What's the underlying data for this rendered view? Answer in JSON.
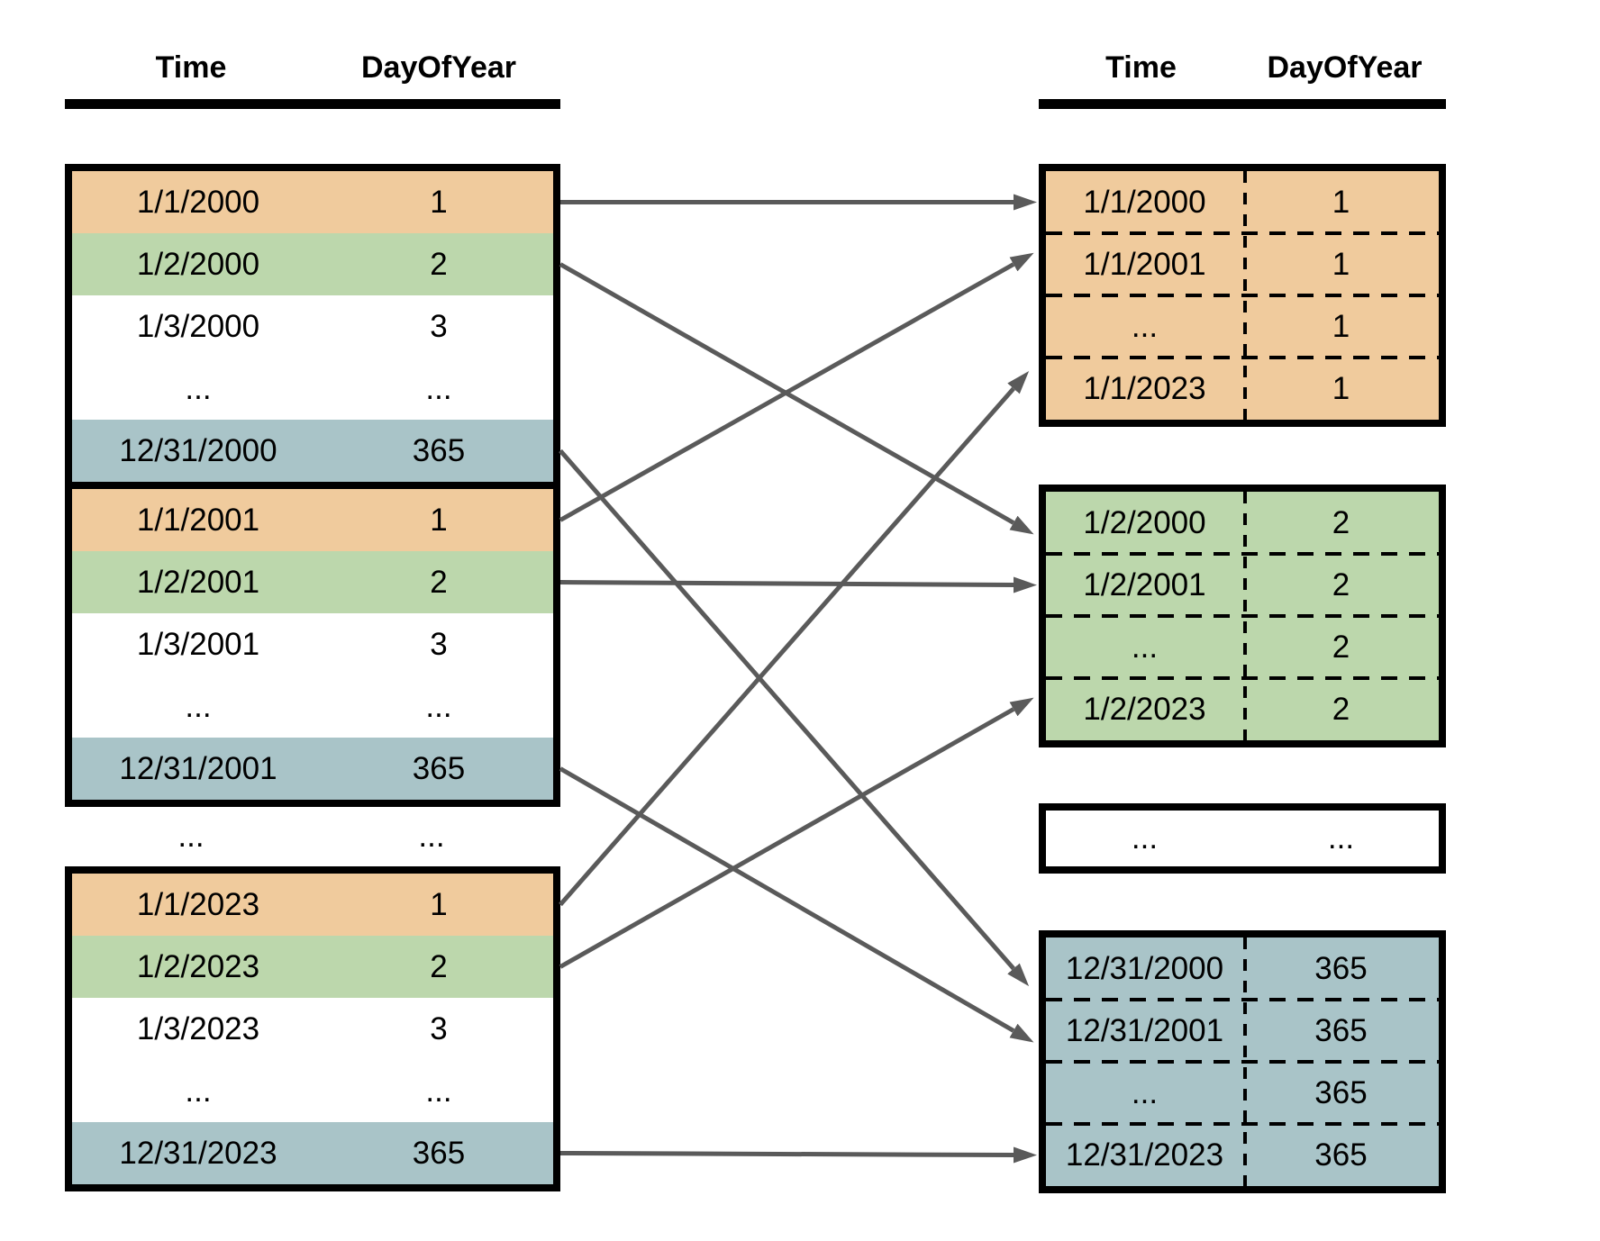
{
  "left_panel": {
    "header": {
      "time": "Time",
      "dayofyear": "DayOfYear"
    },
    "tables": [
      {
        "rows": [
          {
            "time": "1/1/2000",
            "day": "1",
            "color": "orange"
          },
          {
            "time": "1/2/2000",
            "day": "2",
            "color": "green"
          },
          {
            "time": "1/3/2000",
            "day": "3",
            "color": "white"
          },
          {
            "time": "...",
            "day": "...",
            "color": "white"
          },
          {
            "time": "12/31/2000",
            "day": "365",
            "color": "blue"
          }
        ]
      },
      {
        "rows": [
          {
            "time": "1/1/2001",
            "day": "1",
            "color": "orange"
          },
          {
            "time": "1/2/2001",
            "day": "2",
            "color": "green"
          },
          {
            "time": "1/3/2001",
            "day": "3",
            "color": "white"
          },
          {
            "time": "...",
            "day": "...",
            "color": "white"
          },
          {
            "time": "12/31/2001",
            "day": "365",
            "color": "blue"
          }
        ]
      },
      {
        "rows": [
          {
            "time": "1/1/2023",
            "day": "1",
            "color": "orange"
          },
          {
            "time": "1/2/2023",
            "day": "2",
            "color": "green"
          },
          {
            "time": "1/3/2023",
            "day": "3",
            "color": "white"
          },
          {
            "time": "...",
            "day": "...",
            "color": "white"
          },
          {
            "time": "12/31/2023",
            "day": "365",
            "color": "blue"
          }
        ]
      }
    ],
    "separator": {
      "time": "...",
      "day": "..."
    }
  },
  "right_panel": {
    "header": {
      "time": "Time",
      "dayofyear": "DayOfYear"
    },
    "groups": [
      {
        "color": "orange",
        "rows": [
          {
            "time": "1/1/2000",
            "day": "1"
          },
          {
            "time": "1/1/2001",
            "day": "1"
          },
          {
            "time": "...",
            "day": "1"
          },
          {
            "time": "1/1/2023",
            "day": "1"
          }
        ]
      },
      {
        "color": "green",
        "rows": [
          {
            "time": "1/2/2000",
            "day": "2"
          },
          {
            "time": "1/2/2001",
            "day": "2"
          },
          {
            "time": "...",
            "day": "2"
          },
          {
            "time": "1/2/2023",
            "day": "2"
          }
        ]
      },
      {
        "color": "white",
        "rows": [
          {
            "time": "...",
            "day": "..."
          }
        ]
      },
      {
        "color": "blue",
        "rows": [
          {
            "time": "12/31/2000",
            "day": "365"
          },
          {
            "time": "12/31/2001",
            "day": "365"
          },
          {
            "time": "...",
            "day": "365"
          },
          {
            "time": "12/31/2023",
            "day": "365"
          }
        ]
      }
    ]
  },
  "connections": [
    {
      "from_table": 0,
      "from_row": 0,
      "to_group": 0,
      "to_row": 0
    },
    {
      "from_table": 0,
      "from_row": 1,
      "to_group": 1,
      "to_row": 0
    },
    {
      "from_table": 0,
      "from_row": 4,
      "to_group": 3,
      "to_row": 0
    },
    {
      "from_table": 1,
      "from_row": 0,
      "to_group": 0,
      "to_row": 1
    },
    {
      "from_table": 1,
      "from_row": 1,
      "to_group": 1,
      "to_row": 1
    },
    {
      "from_table": 1,
      "from_row": 4,
      "to_group": 3,
      "to_row": 1
    },
    {
      "from_table": 2,
      "from_row": 0,
      "to_group": 0,
      "to_row": 3
    },
    {
      "from_table": 2,
      "from_row": 1,
      "to_group": 1,
      "to_row": 3
    },
    {
      "from_table": 2,
      "from_row": 4,
      "to_group": 3,
      "to_row": 3
    }
  ],
  "colors": {
    "orange": "#F0CB9D",
    "green": "#BCD7AC",
    "blue": "#A9C4C8",
    "white": "#FFFFFF",
    "arrow": "#5A5A5A",
    "border": "#000000"
  }
}
